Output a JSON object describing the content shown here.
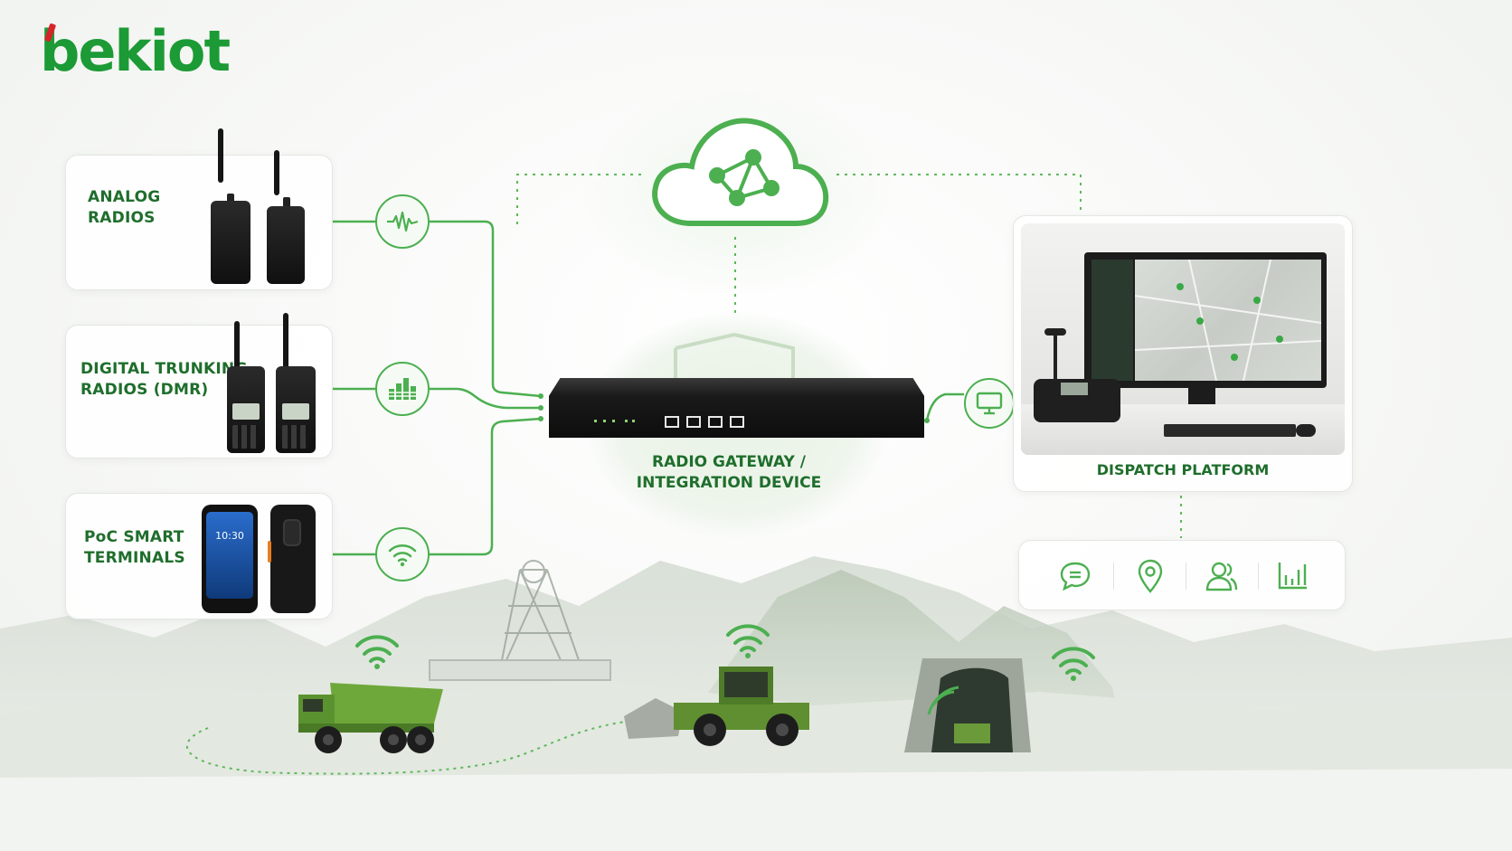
{
  "brand": {
    "logo_text": "bekiot",
    "accent": "#1c9a35",
    "logo_mark_color": "#d6242a"
  },
  "colors": {
    "line": "#4caf50",
    "text": "#1f6e2c",
    "dotted": "#5fb85a"
  },
  "sources": [
    {
      "label": "ANALOG\nRADIOS",
      "hub_icon": "waveform-icon"
    },
    {
      "label": "DIGITAL TRUNKING\nRADIOS (DMR)",
      "hub_icon": "equalizer-icon"
    },
    {
      "label": "PoC SMART\nTERMINALS",
      "hub_icon": "wifi-icon",
      "phone_time": "10:30"
    }
  ],
  "cloud": {
    "icon": "cloud-network-icon"
  },
  "gateway": {
    "label": "RADIO GATEWAY /\nINTEGRATION DEVICE"
  },
  "dispatch": {
    "label": "DISPATCH PLATFORM",
    "link_icon": "monitor-icon",
    "tools": [
      "chat-icon",
      "location-pin-icon",
      "users-icon",
      "bar-chart-icon"
    ]
  },
  "field": {
    "assets": [
      "dump-truck",
      "wheel-loader",
      "mine-tunnel",
      "headframe-tower"
    ]
  }
}
